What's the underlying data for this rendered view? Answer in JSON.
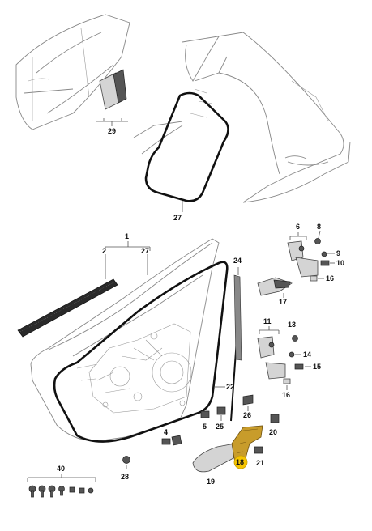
{
  "callouts": {
    "c1": "1",
    "c2": "2",
    "c4": "4",
    "c5": "5",
    "c6": "6",
    "c8": "8",
    "c9": "9",
    "c10": "10",
    "c11": "11",
    "c13": "13",
    "c14": "14",
    "c15": "15",
    "c16": "16",
    "c17": "17",
    "c18": "18",
    "c19": "19",
    "c20": "20",
    "c21": "21",
    "c22": "22",
    "c24": "24",
    "c25": "25",
    "c26": "26",
    "c27": "27",
    "c27b": "27",
    "c28": "28",
    "c29": "29",
    "c40": "40"
  },
  "colors": {
    "highlight": "#f5c400",
    "outline": "#444444",
    "seal": "#111111"
  }
}
